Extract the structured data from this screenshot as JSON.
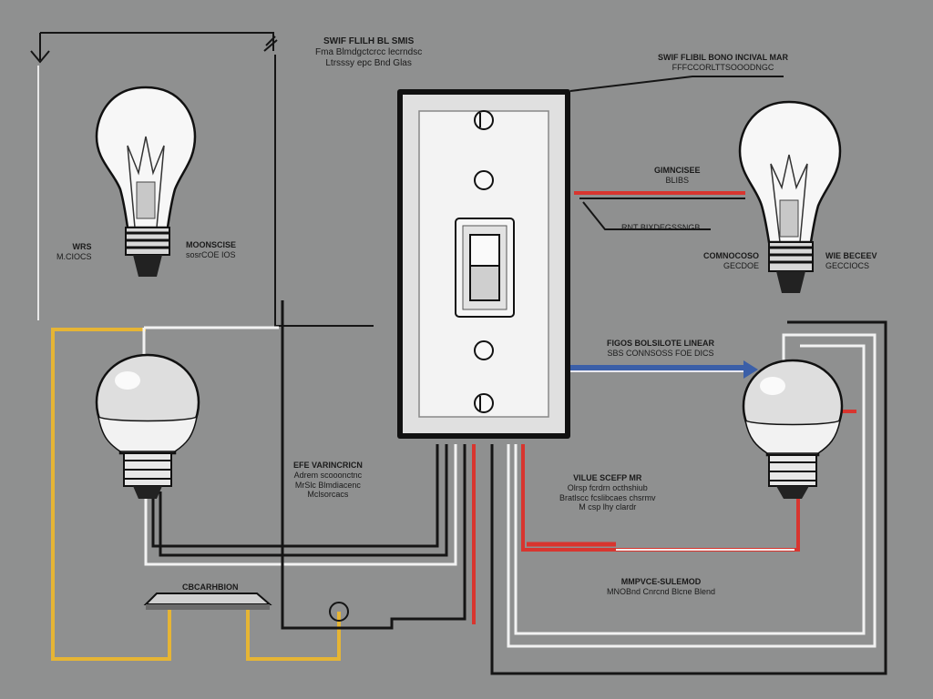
{
  "labels": {
    "top_left": [
      "SWIF FLILH BL SMIS",
      "Fma Blmdgctcrcc lecrndsc",
      "Ltrsssy  epc Bnd Glas"
    ],
    "top_right": [
      "SWIF FLIBIL BONO INCIVAL MAR",
      "FFFCCORLTTSOOODNGC"
    ],
    "bulb_tl_left": [
      "WRS",
      "M.CIOCS"
    ],
    "bulb_tl_right": [
      "MOONSCISE",
      "sosrCOE IOS"
    ],
    "bulb_tr_top": [
      "GIMNCISEE",
      "BLIBS"
    ],
    "bulb_tr_line": [
      "RNT BIXDEGSSNGB"
    ],
    "bulb_tr_left": [
      "COMNOCOSO",
      "GECDOE"
    ],
    "bulb_tr_right": [
      "WIE BECEEV",
      "GECCIOCS"
    ],
    "blue_wire_note": [
      "FIGOS BOLSILOTE LINEAR",
      "SBS CONNSOSS FOE DICS"
    ],
    "center_left": [
      "EFE  VARINCRICN",
      "Adrem scooonctnc",
      "MrSlc Blmdiacenc",
      "Mclsorcacs"
    ],
    "center_right": [
      "VILUE SCEFP MR",
      "Olrsp fcrdrn octhshiub",
      "Bratlscc fcslibcaes chsrmv",
      "M csp lhy clardr"
    ],
    "bottom_right": [
      "MMPVCE-SULEMOD",
      "MNOBnd Cnrcnd Blcne Blend"
    ],
    "bottom_left": [
      "CBCARHBION"
    ]
  },
  "colors": {
    "background": "#8f9090",
    "hot_wire": "#d8352f",
    "neutral_wire": "#f2f2f2",
    "ground_wire": "#e6b534",
    "blue_wire": "#3b5fa8",
    "line": "#151515"
  }
}
